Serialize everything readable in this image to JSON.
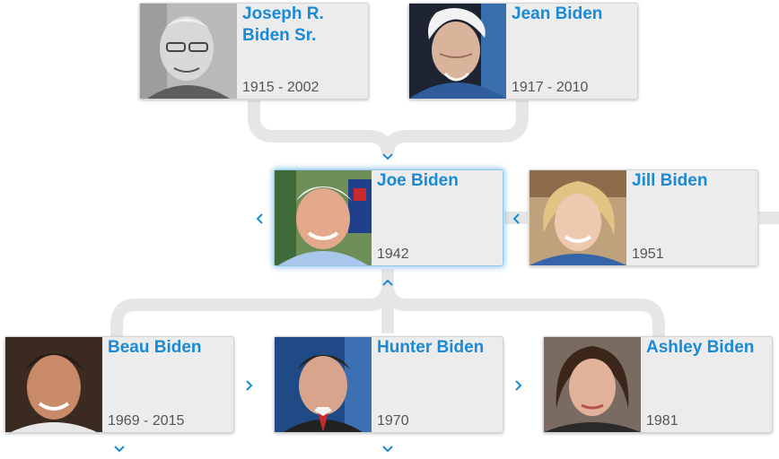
{
  "people": {
    "father": {
      "name": "Joseph R. Biden Sr.",
      "years": "1915 - 2002"
    },
    "mother": {
      "name": "Jean Biden",
      "years": "1917 - 2010"
    },
    "subject": {
      "name": "Joe Biden",
      "years": "1942"
    },
    "spouse": {
      "name": "Jill Biden",
      "years": "1951"
    },
    "child1": {
      "name": "Beau Biden",
      "years": "1969 - 2015"
    },
    "child2": {
      "name": "Hunter Biden",
      "years": "1970"
    },
    "child3": {
      "name": "Ashley Biden",
      "years": "1981"
    }
  },
  "icons": {
    "expand_down": "chevron-down-icon",
    "expand_up": "chevron-up-icon",
    "expand_left": "chevron-left-icon",
    "expand_right": "chevron-right-icon"
  },
  "colors": {
    "name_link": "#1a8ad6",
    "connector": "#e6e6e6",
    "card_bg": "#ececec",
    "selected_glow": "#8ec9ea"
  }
}
